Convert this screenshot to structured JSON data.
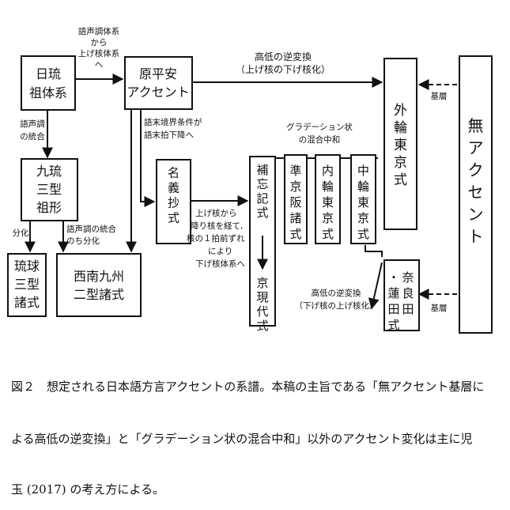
{
  "nodes": {
    "nichiryu": [
      "日琉",
      "祖体系"
    ],
    "genheian": [
      "原平安",
      "アクセント"
    ],
    "kyuryu": [
      "九琉",
      "三型",
      "祖形"
    ],
    "ryukyu": [
      "琉球",
      "三型",
      "諸式"
    ],
    "seinan": [
      "西南九州",
      "二型諸式"
    ],
    "myogisho": "名義抄式",
    "hobokishiki": "補忘記式",
    "kyogendai": "京現代式",
    "junkeihan": "準京阪諸式",
    "nairin": "内輪東京式",
    "churin": "中輪東京式",
    "gairin": "外輪東京式",
    "naradahasuda": "奈良田・蓮田式",
    "muakusento": "無アクセント"
  },
  "labels": {
    "goseichou_kara": [
      "語声調体系",
      "から",
      "上げ核体系",
      "へ"
    ],
    "goseichou_tougou": [
      "語声調",
      "の統合"
    ],
    "bunka": "分化",
    "tougou_bunka": [
      "語声調の統合",
      "のち分化"
    ],
    "gomatsu": [
      "語末境界条件が",
      "語末拍下降へ"
    ],
    "agekaku": [
      "上げ核から",
      "降り核を経て,",
      "核の１拍前ずれ",
      "により",
      "下げ核体系へ"
    ],
    "gradation": [
      "グラデーション状",
      "の混合中和"
    ],
    "koutei_top": [
      "高低の逆変換",
      "（上げ核の下げ核化）"
    ],
    "koutei_bottom": [
      "高低の逆変換",
      "（下げ核の上げ核化）"
    ],
    "kisou_top": "基層",
    "kisou_bottom": "基層"
  },
  "caption": {
    "line1": "図２　想定される日本語方言アクセントの系譜。本稿の主旨である「無アクセント基層に",
    "line2": "よる高低の逆変換」と「グラデーション状の混合中和」以外のアクセント変化は主に児",
    "line3": "玉 (2017) の考え方による。"
  }
}
